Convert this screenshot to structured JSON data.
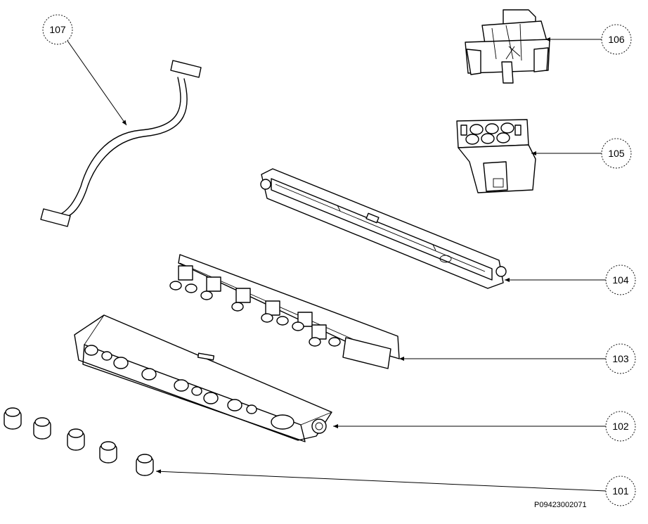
{
  "diagram": {
    "callouts": {
      "c101": "101",
      "c102": "102",
      "c103": "103",
      "c104": "104",
      "c105": "105",
      "c106": "106",
      "c107": "107"
    },
    "drawing_code": "P09423002071"
  }
}
